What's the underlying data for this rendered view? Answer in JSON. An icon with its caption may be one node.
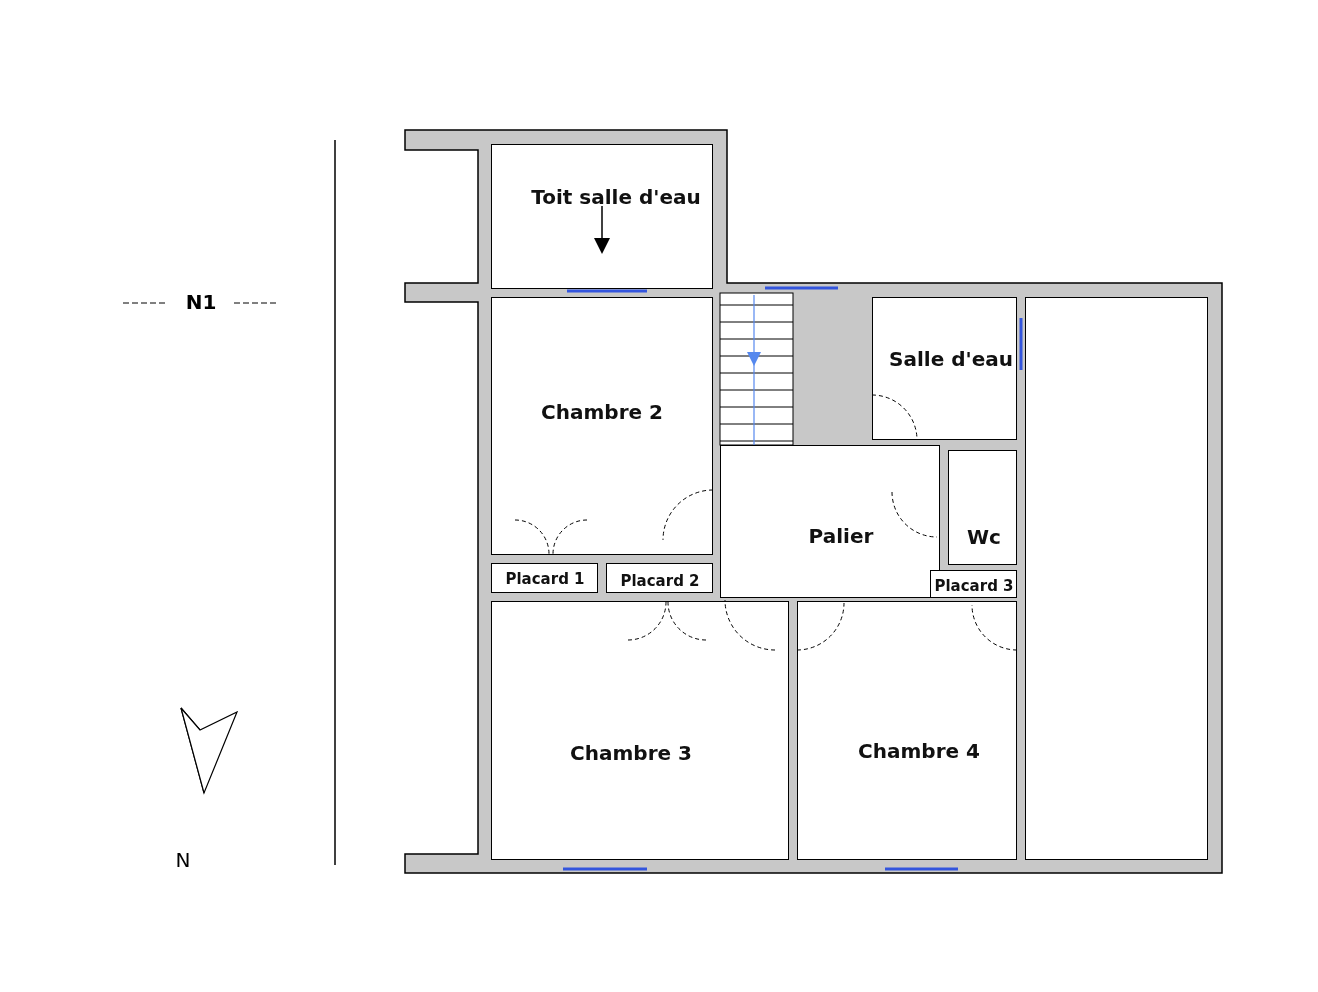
{
  "diagram": {
    "nodes": [
      {
        "text": [
          "Toit salle d'eau"
        ]
      },
      {
        "text": [
          "Chambre 2"
        ]
      },
      {
        "text": [
          "Salle d'eau"
        ]
      },
      {
        "text": [
          "Palier"
        ]
      },
      {
        "text": [
          "Wc"
        ]
      },
      {
        "text": [
          "Placard 1"
        ]
      },
      {
        "text": [
          "Placard 2"
        ]
      },
      {
        "text": [
          "Placard 3"
        ]
      },
      {
        "text": [
          "Chambre 3"
        ]
      },
      {
        "text": [
          "Chambre 4"
        ]
      },
      {
        "text": [],
        "shape": "box"
      }
    ],
    "edges": [],
    "labels": [
      "N1",
      "N"
    ]
  }
}
